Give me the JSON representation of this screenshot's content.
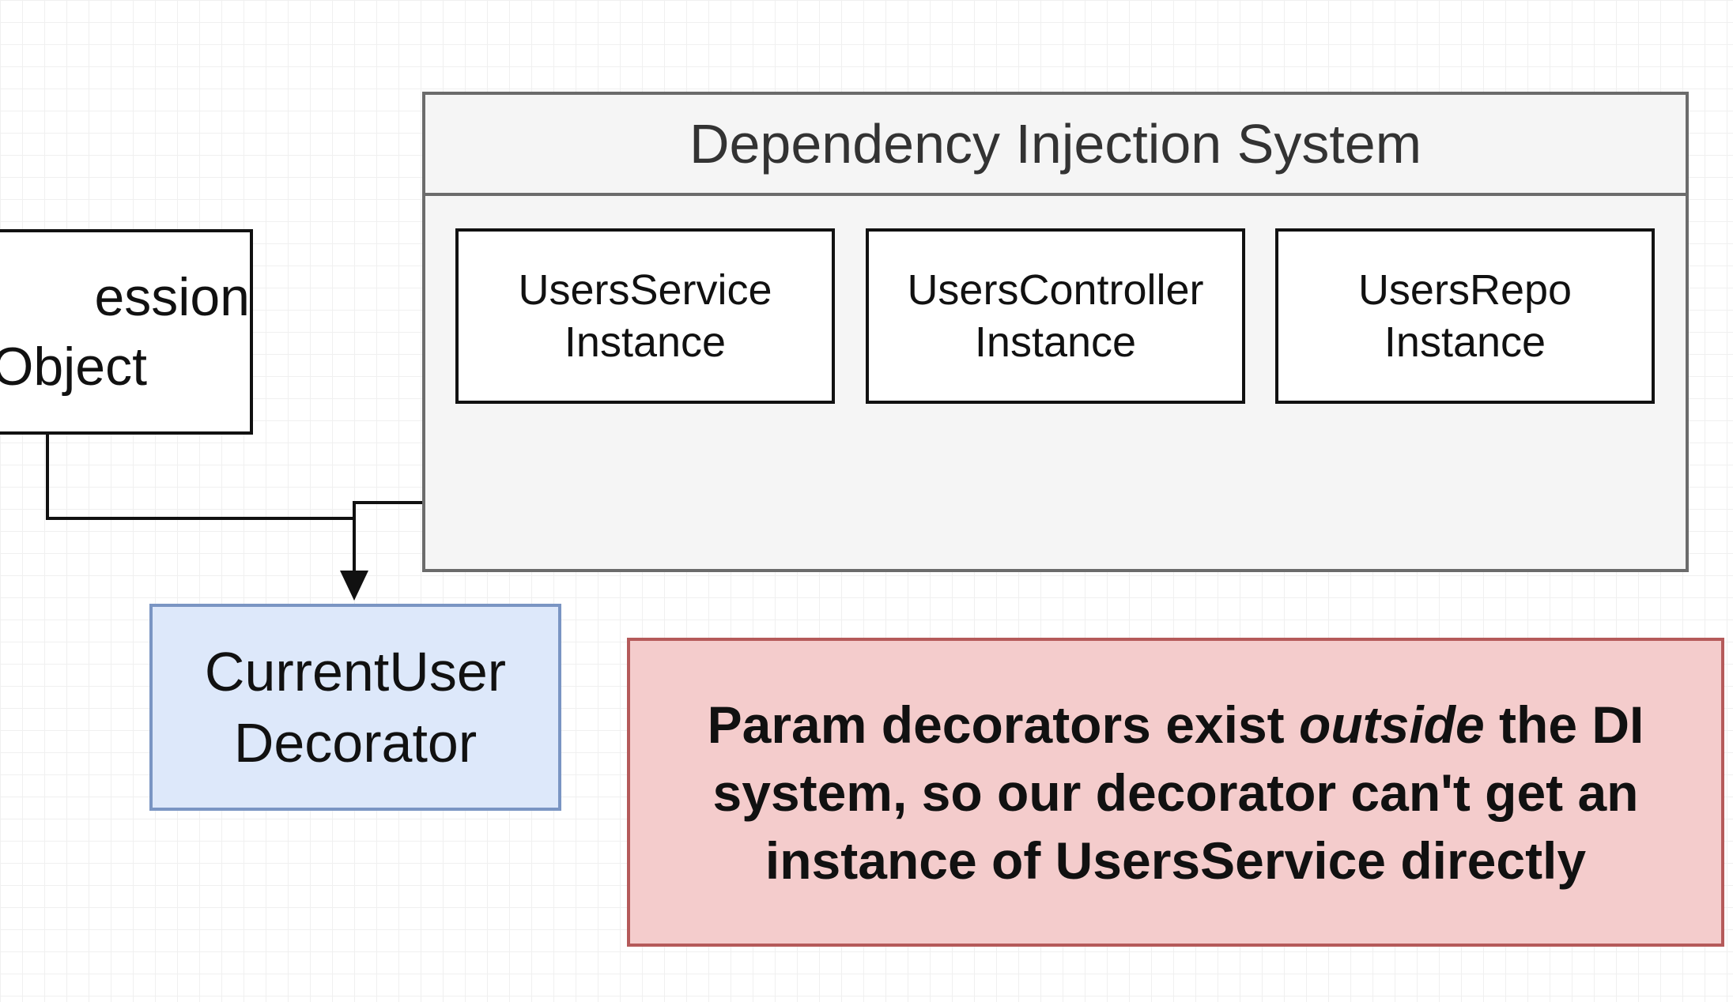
{
  "session_box": {
    "line1": "ession",
    "line2": "Object"
  },
  "di_system": {
    "title": "Dependency Injection System",
    "instances": [
      {
        "name": "UsersService",
        "suffix": "Instance"
      },
      {
        "name": "UsersController",
        "suffix": "Instance"
      },
      {
        "name": "UsersRepo",
        "suffix": "Instance"
      }
    ]
  },
  "decorator": {
    "line1": "CurrentUser",
    "line2": "Decorator"
  },
  "note": {
    "part1": "Param decorators exist ",
    "emphasis": "outside",
    "part2": " the DI system, so our decorator can't get an instance of UsersService directly"
  },
  "colors": {
    "decorator_fill": "#dde8fa",
    "decorator_border": "#7a95c3",
    "note_fill": "#f4cccc",
    "note_border": "#b55a5a",
    "container_fill": "#f5f5f5"
  }
}
